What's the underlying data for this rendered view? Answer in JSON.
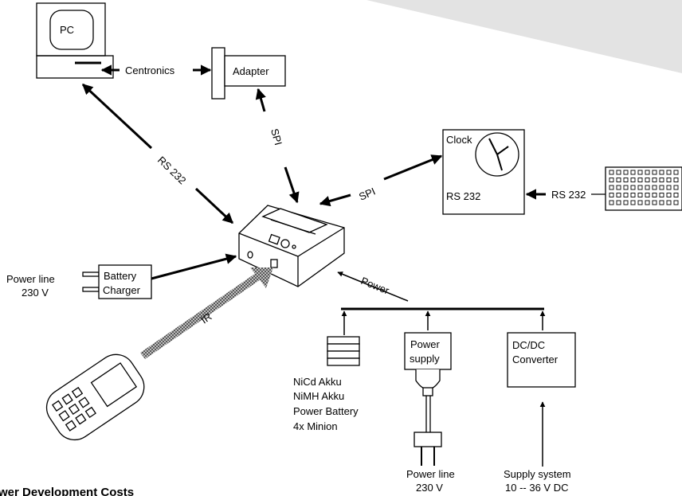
{
  "nodes": {
    "pc": "PC",
    "adapter": "Adapter",
    "clock": "Clock",
    "clock_port": "RS 232",
    "battery_charger": [
      "Battery",
      "Charger"
    ],
    "power_supply": [
      "Power",
      "supply"
    ],
    "dcdc_converter": [
      "DC/DC",
      "Converter"
    ]
  },
  "edges": {
    "centronics": "Centronics",
    "rs232_pc": "RS 232",
    "spi_adapter": "SPI",
    "spi_clock": "SPI",
    "rs232_keyboard": "RS 232",
    "ir": "IR",
    "power": "Power"
  },
  "notes": {
    "charger_power_line": [
      "Power line",
      "230 V"
    ],
    "batteries": [
      "NiCd Akku",
      "NiMH Akku",
      "Power Battery",
      "4x Minion"
    ],
    "supply_power_line": [
      "Power line",
      "230 V"
    ],
    "supply_system": [
      "Supply system",
      "10 -- 36 V DC"
    ]
  },
  "heading": "wer Development Costs",
  "colors": {
    "line": "#000000",
    "ir_beam": "#8c8c8c",
    "corner_shade": "#e3e3e3"
  }
}
